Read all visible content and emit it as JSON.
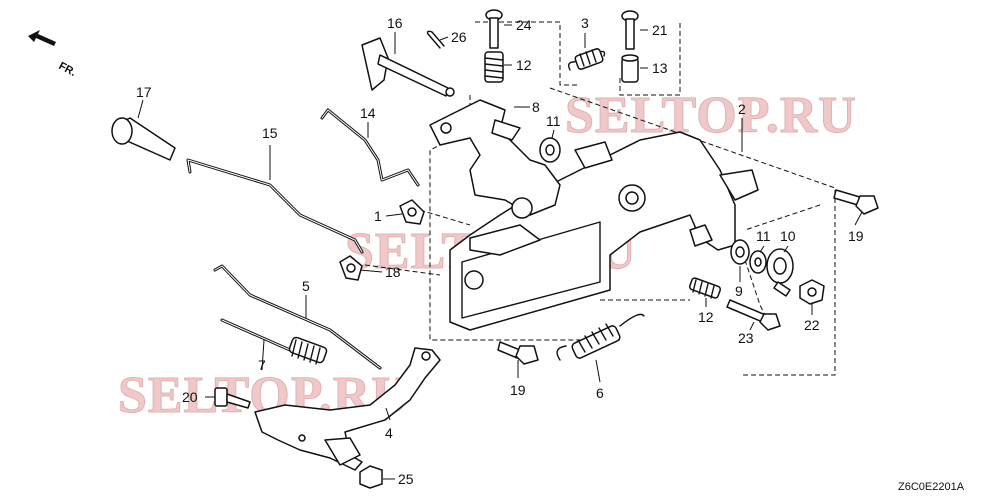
{
  "diagram": {
    "direction_label": "FR.",
    "drawing_code": "Z6C0E2201A",
    "watermark": "SELTOP.RU",
    "callouts": {
      "p1": "1",
      "p2": "2",
      "p3": "3",
      "p4": "4",
      "p5": "5",
      "p6": "6",
      "p7": "7",
      "p8": "8",
      "p9": "9",
      "p10": "10",
      "p11a": "11",
      "p11b": "11",
      "p12a": "12",
      "p12b": "12",
      "p13": "13",
      "p14": "14",
      "p15": "15",
      "p16": "16",
      "p17": "17",
      "p18": "18",
      "p19a": "19",
      "p19b": "19",
      "p20": "20",
      "p21": "21",
      "p22": "22",
      "p23": "23",
      "p24": "24",
      "p25": "25",
      "p26": "26"
    }
  }
}
